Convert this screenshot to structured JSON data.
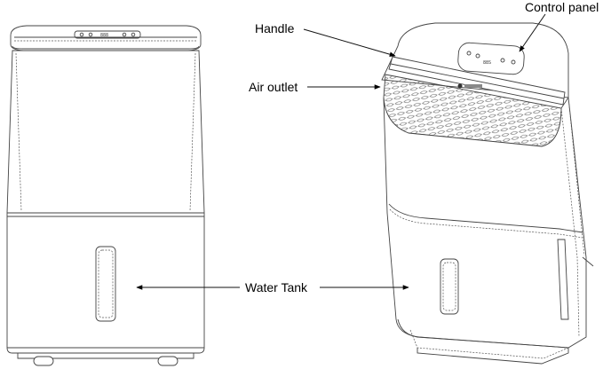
{
  "labels": {
    "control_panel": "Control panel",
    "handle": "Handle",
    "air_outlet": "Air outlet",
    "water_tank": "Water Tank"
  },
  "panel_display": {
    "front_display": "888",
    "angled_display": "88S"
  }
}
